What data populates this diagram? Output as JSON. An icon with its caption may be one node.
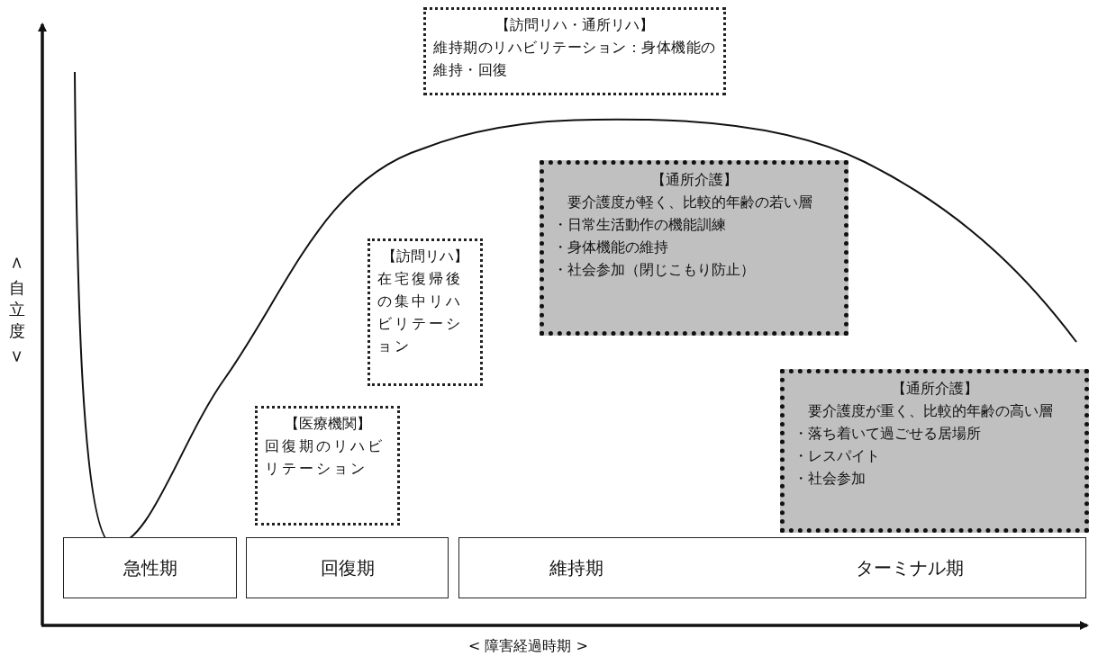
{
  "diagram": {
    "nodes": [
      {
        "text": [
          "【訪問リハ・通所リハ】",
          "維持期のリハビリテーション：身体機能の維持・回復"
        ]
      },
      {
        "text": [
          "【通所介護】",
          "要介護度が軽く、比較的年齢の若い層",
          "・日常生活動作の機能訓練",
          "・身体機能の維持",
          "・社会参加（閉じこもり防止）"
        ]
      },
      {
        "text": [
          "【訪問リハ】",
          "在宅復帰後の集中リハビリテーション"
        ]
      },
      {
        "text": [
          "【医療機関】",
          "回復期のリハビリテーション"
        ]
      },
      {
        "text": [
          "【通所介護】",
          "要介護度が重く、比較的年齢の高い層",
          "・落ち着いて過ごせる居場所",
          "・レスパイト",
          "・社会参加"
        ]
      },
      {
        "text": [
          "急性期"
        ]
      },
      {
        "text": [
          "回復期"
        ]
      },
      {
        "text": [
          "維持期",
          "ターミナル期"
        ]
      }
    ],
    "edges": [],
    "labels": [
      "< 自立度 >",
      "< 障害経過時期 >"
    ]
  }
}
